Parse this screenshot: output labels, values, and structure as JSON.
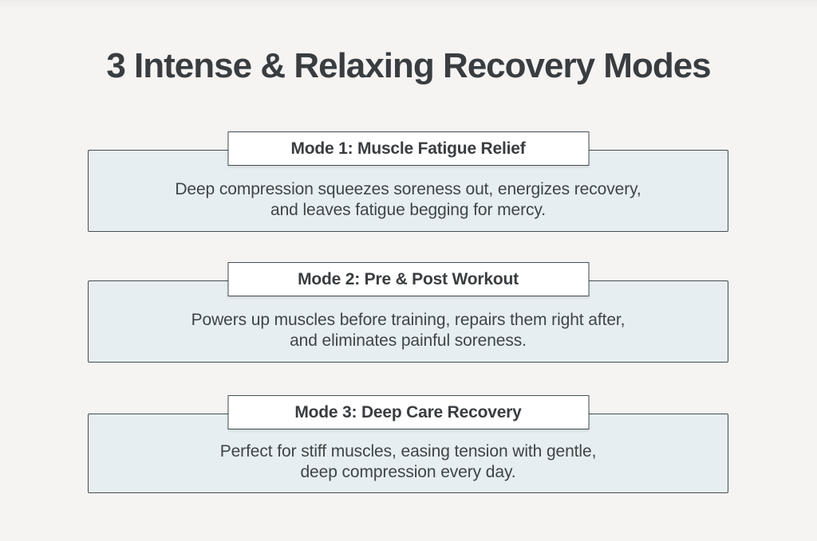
{
  "page": {
    "title": "3 Intense & Relaxing Recovery Modes"
  },
  "colors": {
    "background": "#f5f4f3",
    "background_top": "#edecea",
    "card_fill": "#e7eef1",
    "card_border": "#454d52",
    "badge_fill": "#ffffff",
    "badge_border": "#454d52",
    "title_text": "#3a3d40",
    "body_text": "#3e4549"
  },
  "modes": [
    {
      "label": "Mode 1: Muscle Fatigue Relief",
      "description_line1": "Deep compression squeezes soreness out, energizes recovery,",
      "description_line2": "and leaves fatigue begging for mercy."
    },
    {
      "label": "Mode 2: Pre & Post Workout",
      "description_line1": "Powers up muscles before training, repairs them right after,",
      "description_line2": "and eliminates painful soreness."
    },
    {
      "label": "Mode 3: Deep Care Recovery",
      "description_line1": "Perfect for stiff muscles, easing tension with gentle,",
      "description_line2": "deep compression every day."
    }
  ]
}
